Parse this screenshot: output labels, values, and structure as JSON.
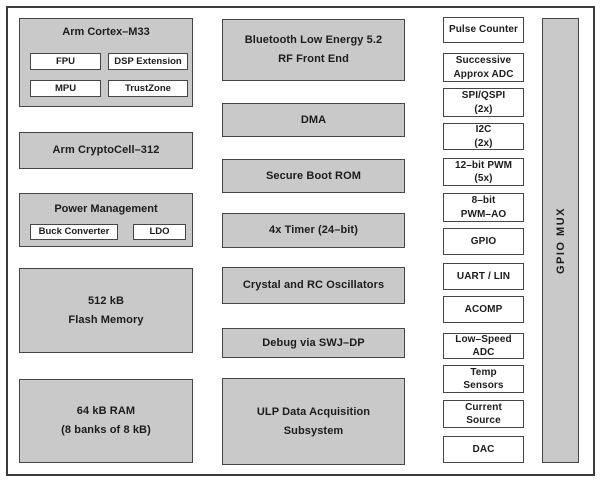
{
  "diagram": {
    "colors": {
      "block_fill": "#c9c9c9",
      "block_border": "#464646",
      "subblock_fill": "#ffffff",
      "outer_border": "#3a3a3a",
      "text": "#1c1c1c",
      "background": "#ffffff"
    },
    "left": {
      "cortex": {
        "title": "Arm Cortex–M33",
        "fpu": "FPU",
        "dsp": "DSP Extension",
        "mpu": "MPU",
        "trustzone": "TrustZone"
      },
      "cryptocell": "Arm CryptoCell–312",
      "power": {
        "title": "Power Management",
        "buck": "Buck Converter",
        "ldo": "LDO"
      },
      "flash": "512 kB\nFlash Memory",
      "ram": "64 kB RAM\n(8 banks of 8 kB)"
    },
    "middle": {
      "ble": "Bluetooth Low Energy 5.2\nRF Front End",
      "dma": "DMA",
      "secure_boot": "Secure Boot ROM",
      "timer": "4x Timer (24–bit)",
      "oscillators": "Crystal and RC Oscillators",
      "debug": "Debug via SWJ–DP",
      "ulp": "ULP Data Acquisition\nSubsystem"
    },
    "right": [
      "Pulse Counter",
      "Successive\nApprox ADC",
      "SPI/QSPI\n(2x)",
      "I2C\n(2x)",
      "12–bit PWM\n(5x)",
      "8–bit\nPWM–AO",
      "GPIO",
      "UART / LIN",
      "ACOMP",
      "Low–Speed\nADC",
      "Temp\nSensors",
      "Current\nSource",
      "DAC"
    ],
    "gpio_mux": "GPIO  MUX"
  }
}
